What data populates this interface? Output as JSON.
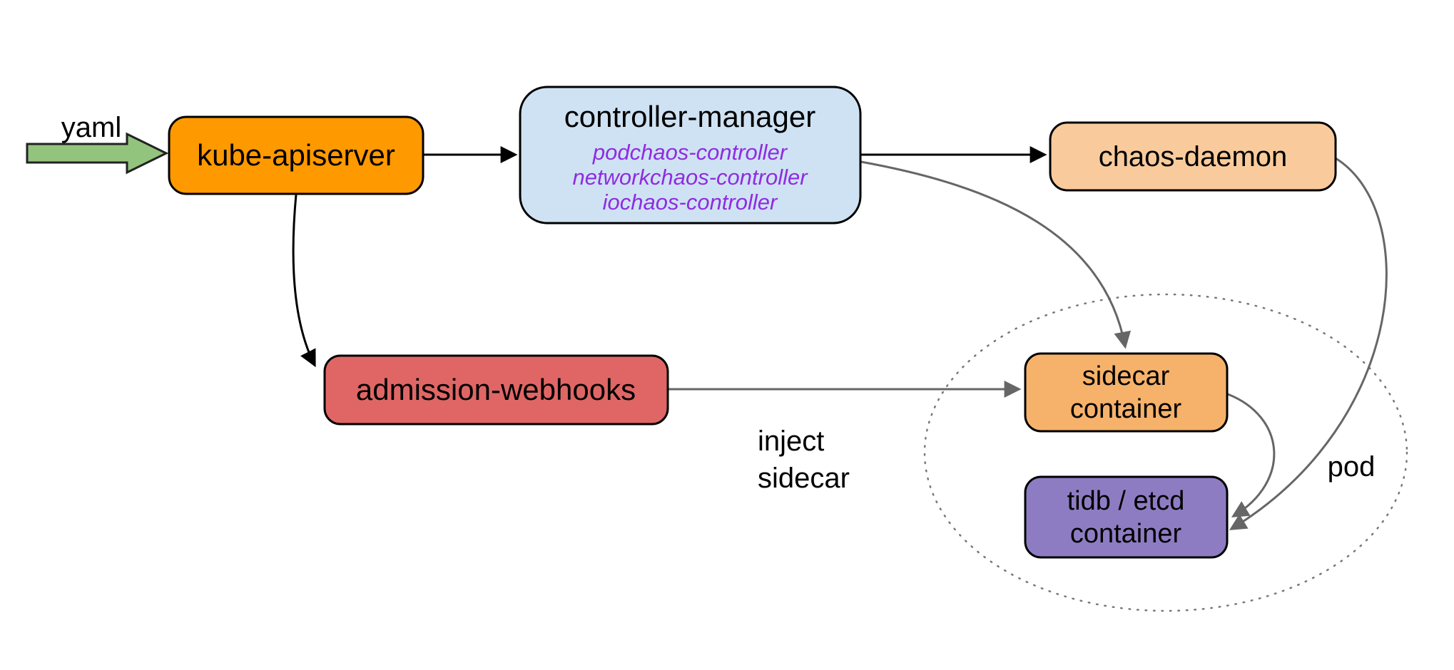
{
  "diagram": {
    "input": {
      "label": "yaml"
    },
    "nodes": {
      "kube_apiserver": {
        "label": "kube-apiserver",
        "fill": "#ff9900"
      },
      "controller_manager": {
        "label": "controller-manager",
        "fill": "#cfe2f3",
        "controllers": [
          "podchaos-controller",
          "networkchaos-controller",
          "iochaos-controller"
        ],
        "controllers_color": "#8e2ce2"
      },
      "chaos_daemon": {
        "label": "chaos-daemon",
        "fill": "#f9cb9c"
      },
      "admission_webhooks": {
        "label": "admission-webhooks",
        "fill": "#e06666"
      },
      "sidecar_container": {
        "line1": "sidecar",
        "line2": "container",
        "fill": "#f6b26b"
      },
      "tidb_etcd_container": {
        "line1": "tidb / etcd",
        "line2": "container",
        "fill": "#8e7cc3"
      }
    },
    "pod_group": {
      "label": "pod"
    },
    "edge_labels": {
      "inject_line1": "inject",
      "inject_line2": "sidecar"
    },
    "colors": {
      "node_border": "#000000",
      "arrow_black": "#000000",
      "arrow_gray": "#666666",
      "dotted_boundary": "#777777",
      "yaml_arrow_fill": "#93c47d",
      "yaml_arrow_border": "#222222",
      "text": "#000000"
    }
  }
}
